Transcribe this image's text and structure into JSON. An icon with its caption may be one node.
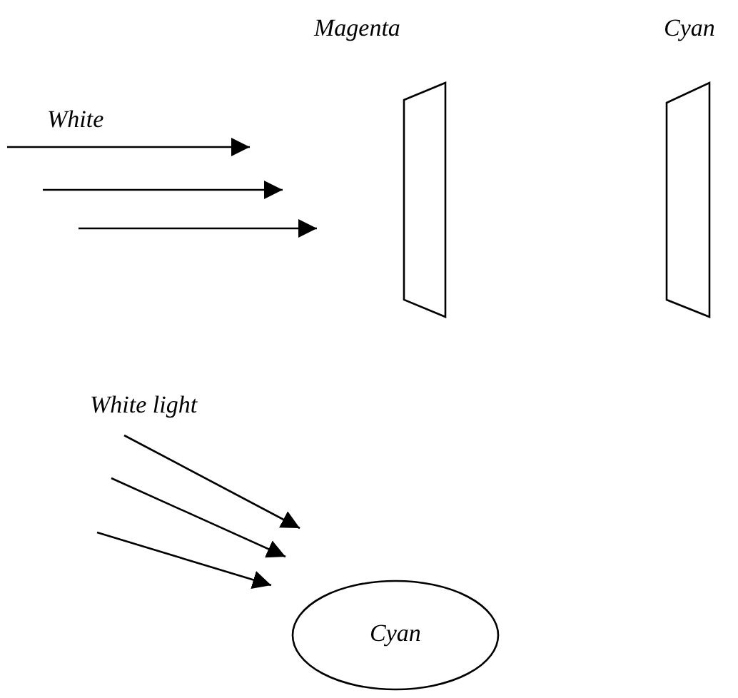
{
  "diagram": {
    "nodes": [
      {
        "text": [
          "Magenta"
        ]
      },
      {
        "text": [
          "Cyan"
        ]
      },
      {
        "text": [
          "Cyan"
        ]
      }
    ],
    "labels": [
      "White",
      "White light"
    ]
  }
}
